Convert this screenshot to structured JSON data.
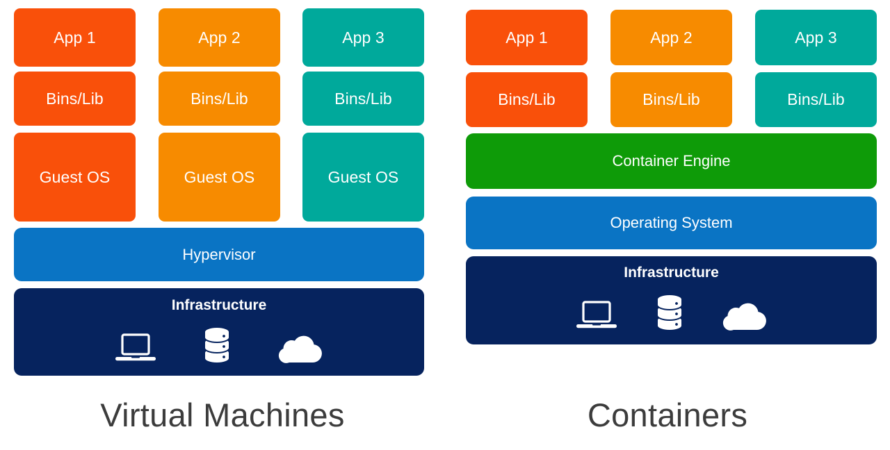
{
  "diagram": {
    "title_left": "Virtual Machines",
    "title_right": "Containers"
  },
  "colors": {
    "orange_red": "#F9500A",
    "orange": "#F78B00",
    "teal": "#00A99B",
    "blue": "#0A74C4",
    "navy": "#06235E",
    "green": "#0E9B08",
    "white": "#FFFFFF",
    "caption_text": "#3C3C3C",
    "background": "#FFFFFF"
  },
  "vm": {
    "caption": "Virtual Machines",
    "columns": [
      {
        "app": "App 1",
        "bins": "Bins/Lib",
        "guest": "Guest OS",
        "color": "#F9500A"
      },
      {
        "app": "App 2",
        "bins": "Bins/Lib",
        "guest": "Guest OS",
        "color": "#F78B00"
      },
      {
        "app": "App 3",
        "bins": "Bins/Lib",
        "guest": "Guest OS",
        "color": "#00A99B"
      }
    ],
    "hypervisor": {
      "label": "Hypervisor",
      "color": "#0A74C4"
    },
    "infrastructure": {
      "label": "Infrastructure",
      "color": "#06235E",
      "icons": [
        "laptop-icon",
        "database-icon",
        "cloud-icon"
      ]
    }
  },
  "containers": {
    "caption": "Containers",
    "columns": [
      {
        "app": "App 1",
        "bins": "Bins/Lib",
        "color": "#F9500A"
      },
      {
        "app": "App 2",
        "bins": "Bins/Lib",
        "color": "#F78B00"
      },
      {
        "app": "App 3",
        "bins": "Bins/Lib",
        "color": "#00A99B"
      }
    ],
    "container_engine": {
      "label": "Container Engine",
      "color": "#0E9B08"
    },
    "operating_system": {
      "label": "Operating System",
      "color": "#0A74C4"
    },
    "infrastructure": {
      "label": "Infrastructure",
      "color": "#06235E",
      "icons": [
        "laptop-icon",
        "database-icon",
        "cloud-icon"
      ]
    }
  }
}
